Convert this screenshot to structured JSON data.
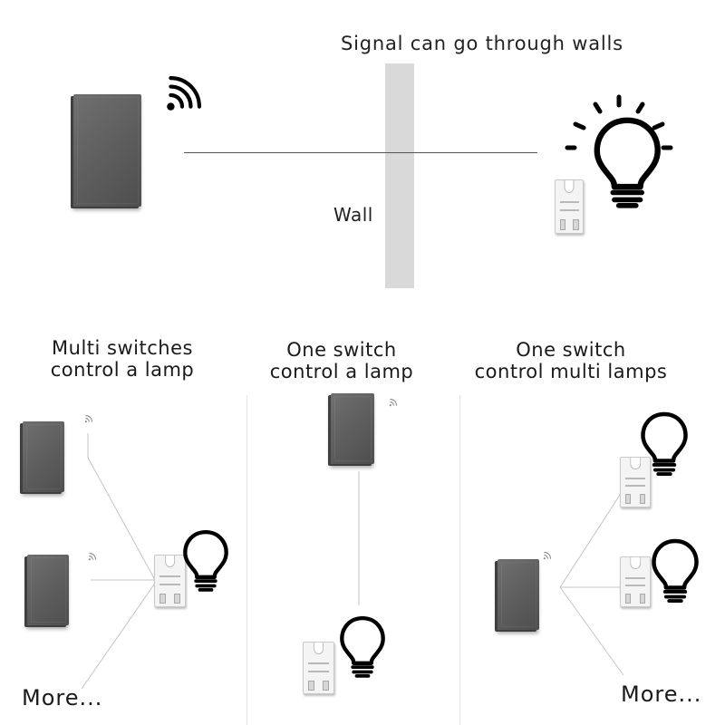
{
  "top": {
    "signal_caption": "Signal can go through walls",
    "wall_label": "Wall"
  },
  "panels": [
    {
      "caption_line1": "Multi switches",
      "caption_line2": "control a lamp",
      "more": "More..."
    },
    {
      "caption_line1": "One switch",
      "caption_line2": "control a lamp"
    },
    {
      "caption_line1": "One switch",
      "caption_line2": "control multi lamps",
      "more": "More..."
    }
  ],
  "colors": {
    "switch": "#5e5e5e",
    "wall": "#d9d9d9",
    "line": "#bdbdbd",
    "lamp_outline": "#000000"
  },
  "icons": [
    "wireless-signal-icon",
    "light-bulb-icon",
    "relay-receiver-icon",
    "wall-switch-icon"
  ]
}
